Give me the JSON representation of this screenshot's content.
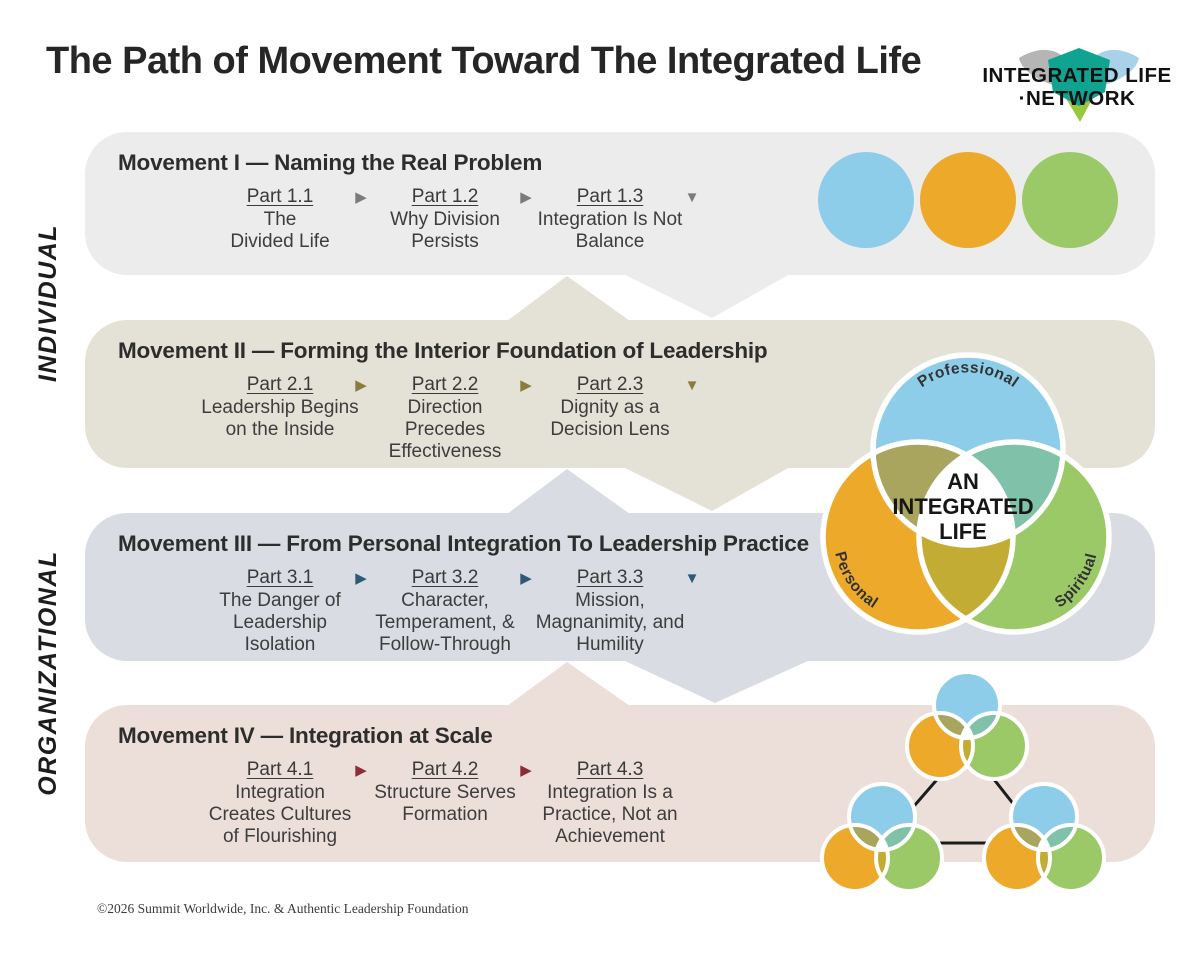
{
  "header": {
    "title": "The Path of Movement Toward The Integrated Life",
    "logo_line1": "INTEGRATED LIFE",
    "logo_line2": "·NETWORK"
  },
  "side_labels": {
    "top": "INDIVIDUAL",
    "bottom": "ORGANIZATIONAL"
  },
  "glyphs": {
    "right_arrow": "▶",
    "down_arrow": "▼"
  },
  "palette": {
    "band1": "#ececec",
    "band2": "#e4e2d7",
    "band3": "#d9dce2",
    "band4": "#ecdfda",
    "blue": "#8dcdea",
    "orange": "#eda92a",
    "green": "#9bc968",
    "ov_bo": "#a9a45e",
    "ov_bg": "#80c1a9",
    "ov_og": "#c2ac33",
    "line": "#1c1c1c",
    "logo_gray": "#b5b5b6",
    "logo_blue": "#a9d2ea",
    "logo_teal": "#0fa390",
    "logo_green": "#97c83e",
    "text_dark": "#111111"
  },
  "movements": [
    {
      "heading": "Movement I — Naming the Real Problem",
      "arrow_color": "#7b7b7b",
      "down_arrow": true,
      "parts": [
        {
          "label": "Part 1.1",
          "lines": [
            "The",
            "Divided Life"
          ]
        },
        {
          "label": "Part 1.2",
          "lines": [
            "Why Division",
            "Persists"
          ]
        },
        {
          "label": "Part 1.3",
          "lines": [
            "Integration Is Not",
            "Balance"
          ]
        }
      ]
    },
    {
      "heading": "Movement II — Forming the Interior Foundation of Leadership",
      "arrow_color": "#8a7c3c",
      "down_arrow": true,
      "parts": [
        {
          "label": "Part 2.1",
          "lines": [
            "Leadership Begins",
            "on the Inside"
          ]
        },
        {
          "label": "Part 2.2",
          "lines": [
            "Direction",
            "Precedes",
            "Effectiveness"
          ]
        },
        {
          "label": "Part 2.3",
          "lines": [
            "Dignity as a",
            "Decision Lens"
          ]
        }
      ]
    },
    {
      "heading": "Movement III — From Personal Integration To Leadership Practice",
      "arrow_color": "#2e5a75",
      "down_arrow": true,
      "parts": [
        {
          "label": "Part 3.1",
          "lines": [
            "The Danger of",
            "Leadership",
            "Isolation"
          ]
        },
        {
          "label": "Part 3.2",
          "lines": [
            "Character,",
            "Temperament, &",
            "Follow-Through"
          ]
        },
        {
          "label": "Part 3.3",
          "lines": [
            "Mission,",
            "Magnanimity, and",
            "Humility"
          ]
        }
      ]
    },
    {
      "heading": "Movement IV — Integration at Scale",
      "arrow_color": "#8d2d3c",
      "down_arrow": false,
      "parts": [
        {
          "label": "Part 4.1",
          "lines": [
            "Integration",
            "Creates Cultures",
            "of Flourishing"
          ]
        },
        {
          "label": "Part 4.2",
          "lines": [
            "Structure Serves",
            "Formation"
          ]
        },
        {
          "label": "Part 4.3",
          "lines": [
            "Integration Is a",
            "Practice, Not an",
            "Achievement"
          ]
        }
      ]
    }
  ],
  "venn": {
    "top_label": "Professional",
    "left_label": "Personal",
    "right_label": "Spiritual",
    "center_lines": [
      "AN",
      "INTEGRATED",
      "LIFE"
    ]
  },
  "footer": {
    "copyright": "©2026 Summit Worldwide, Inc. & Authentic Leadership Foundation"
  }
}
